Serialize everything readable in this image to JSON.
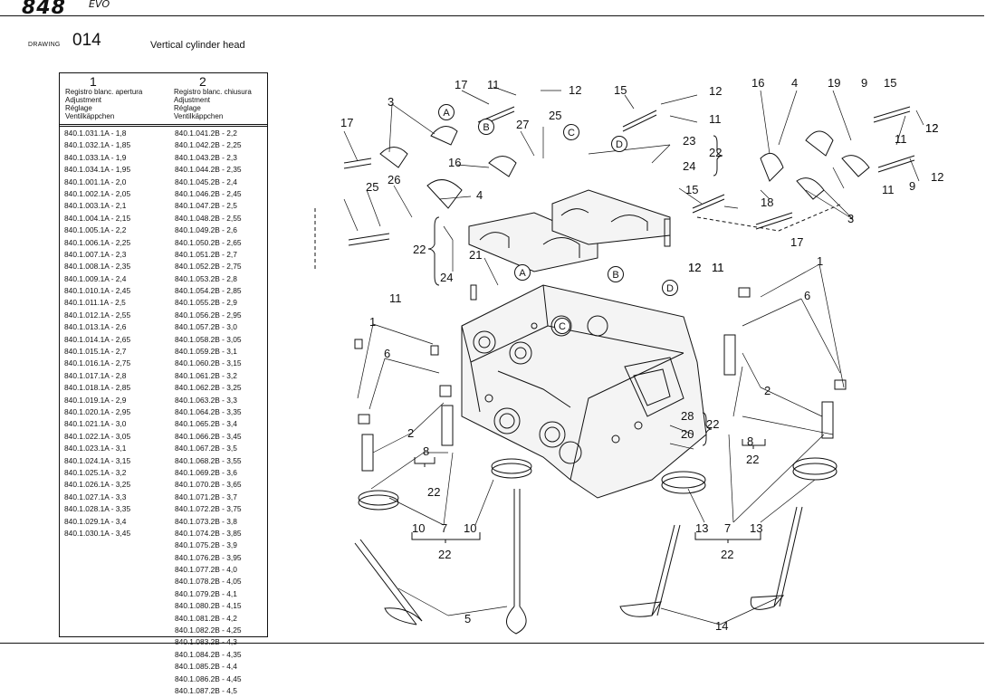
{
  "header": {
    "brand": "848",
    "brand_suffix": "EVO"
  },
  "drawing": {
    "label": "DRAWING",
    "number": "014",
    "title": "Vertical cylinder head"
  },
  "table": {
    "col1": {
      "number": "1",
      "heading": [
        "Registro blanc. apertura",
        "Adjustment",
        "Réglage",
        "Ventilkäppchen"
      ],
      "rows": [
        "840.1.031.1A - 1,8",
        "840.1.032.1A - 1,85",
        "840.1.033.1A - 1,9",
        "840.1.034.1A - 1,95",
        "840.1.001.1A - 2,0",
        "840.1.002.1A - 2,05",
        "840.1.003.1A - 2,1",
        "840.1.004.1A - 2,15",
        "840.1.005.1A - 2,2",
        "840.1.006.1A - 2,25",
        "840.1.007.1A - 2,3",
        "840.1.008.1A - 2,35",
        "840.1.009.1A - 2,4",
        "840.1.010.1A - 2,45",
        "840.1.011.1A - 2,5",
        "840.1.012.1A - 2,55",
        "840.1.013.1A - 2,6",
        "840.1.014.1A - 2,65",
        "840.1.015.1A - 2,7",
        "840.1.016.1A - 2,75",
        "840.1.017.1A - 2,8",
        "840.1.018.1A - 2,85",
        "840.1.019.1A - 2,9",
        "840.1.020.1A - 2,95",
        "840.1.021.1A - 3,0",
        "840.1.022.1A - 3,05",
        "840.1.023.1A - 3,1",
        "840.1.024.1A - 3,15",
        "840.1.025.1A - 3,2",
        "840.1.026.1A - 3,25",
        "840.1.027.1A - 3,3",
        "840.1.028.1A - 3,35",
        "840.1.029.1A - 3,4",
        "840.1.030.1A - 3,45"
      ]
    },
    "col2": {
      "number": "2",
      "heading": [
        "Registro blanc. chiusura",
        "Adjustment",
        "Réglage",
        "Ventilkäppchen"
      ],
      "rows": [
        "840.1.041.2B - 2,2",
        "840.1.042.2B - 2,25",
        "840.1.043.2B - 2,3",
        "840.1.044.2B - 2,35",
        "840.1.045.2B - 2,4",
        "840.1.046.2B - 2,45",
        "840.1.047.2B - 2,5",
        "840.1.048.2B - 2,55",
        "840.1.049.2B - 2,6",
        "840.1.050.2B - 2,65",
        "840.1.051.2B - 2,7",
        "840.1.052.2B - 2,75",
        "840.1.053.2B - 2,8",
        "840.1.054.2B - 2,85",
        "840.1.055.2B - 2,9",
        "840.1.056.2B - 2,95",
        "840.1.057.2B - 3,0",
        "840.1.058.2B - 3,05",
        "840.1.059.2B - 3,1",
        "840.1.060.2B - 3,15",
        "840.1.061.2B - 3,2",
        "840.1.062.2B - 3,25",
        "840.1.063.2B - 3,3",
        "840.1.064.2B - 3,35",
        "840.1.065.2B - 3,4",
        "840.1.066.2B - 3,45",
        "840.1.067.2B - 3,5",
        "840.1.068.2B - 3,55",
        "840.1.069.2B - 3,6",
        "840.1.070.2B - 3,65",
        "840.1.071.2B - 3,7",
        "840.1.072.2B - 3,75",
        "840.1.073.2B - 3,8",
        "840.1.074.2B - 3,85",
        "840.1.075.2B - 3,9",
        "840.1.076.2B - 3,95",
        "840.1.077.2B - 4,0",
        "840.1.078.2B - 4,05",
        "840.1.079.2B - 4,1",
        "840.1.080.2B - 4,15",
        "840.1.081.2B - 4,2",
        "840.1.082.2B - 4,25",
        "840.1.083.2B - 4,3",
        "840.1.084.2B - 4,35",
        "840.1.085.2B - 4,4",
        "840.1.086.2B - 4,45",
        "840.1.087.2B - 4,5"
      ]
    }
  },
  "diagram": {
    "callouts": [
      {
        "id": "c1",
        "text": "17"
      },
      {
        "id": "c2",
        "text": "11"
      },
      {
        "id": "c3",
        "text": "12"
      },
      {
        "id": "c4",
        "text": "15"
      },
      {
        "id": "c5",
        "text": "12"
      },
      {
        "id": "c6",
        "text": "11"
      },
      {
        "id": "c7",
        "text": "16"
      },
      {
        "id": "c8",
        "text": "4"
      },
      {
        "id": "c9",
        "text": "19"
      },
      {
        "id": "c10",
        "text": "9"
      },
      {
        "id": "c11",
        "text": "15"
      },
      {
        "id": "c12",
        "text": "3"
      },
      {
        "id": "c13",
        "text": "17"
      },
      {
        "id": "c14",
        "text": "27"
      },
      {
        "id": "c15",
        "text": "25"
      },
      {
        "id": "c16",
        "text": "16"
      },
      {
        "id": "c17",
        "text": "23"
      },
      {
        "id": "c18",
        "text": "22"
      },
      {
        "id": "c19",
        "text": "24"
      },
      {
        "id": "c20",
        "text": "15"
      },
      {
        "id": "c21",
        "text": "25"
      },
      {
        "id": "c22",
        "text": "26"
      },
      {
        "id": "c23",
        "text": "4"
      },
      {
        "id": "c24",
        "text": "22"
      },
      {
        "id": "c25",
        "text": "21"
      },
      {
        "id": "c26",
        "text": "12"
      },
      {
        "id": "c27",
        "text": "11"
      },
      {
        "id": "c28",
        "text": "24"
      },
      {
        "id": "c29",
        "text": "1"
      },
      {
        "id": "c30",
        "text": "6"
      },
      {
        "id": "c31",
        "text": "2"
      },
      {
        "id": "c32",
        "text": "8"
      },
      {
        "id": "c33",
        "text": "22"
      },
      {
        "id": "c34",
        "text": "10"
      },
      {
        "id": "c35",
        "text": "7"
      },
      {
        "id": "c36",
        "text": "10"
      },
      {
        "id": "c37",
        "text": "22"
      },
      {
        "id": "c38",
        "text": "5"
      },
      {
        "id": "c39",
        "text": "1"
      },
      {
        "id": "c40",
        "text": "6"
      },
      {
        "id": "c41",
        "text": "2"
      },
      {
        "id": "c42",
        "text": "8"
      },
      {
        "id": "c43",
        "text": "22"
      },
      {
        "id": "c44",
        "text": "28"
      },
      {
        "id": "c45",
        "text": "22"
      },
      {
        "id": "c46",
        "text": "20"
      },
      {
        "id": "c47",
        "text": "13"
      },
      {
        "id": "c48",
        "text": "7"
      },
      {
        "id": "c49",
        "text": "13"
      },
      {
        "id": "c50",
        "text": "22"
      },
      {
        "id": "c51",
        "text": "14"
      },
      {
        "id": "c52",
        "text": "12"
      },
      {
        "id": "c53",
        "text": "11"
      },
      {
        "id": "c54",
        "text": "9"
      },
      {
        "id": "c55",
        "text": "18"
      },
      {
        "id": "c56",
        "text": "3"
      },
      {
        "id": "c57",
        "text": "17"
      },
      {
        "id": "c58",
        "text": "11"
      },
      {
        "id": "c59",
        "text": "11"
      },
      {
        "id": "c60",
        "text": "12"
      },
      {
        "id": "c61",
        "text": "12"
      },
      {
        "id": "c62",
        "text": "12"
      },
      {
        "id": "c63",
        "text": "11"
      }
    ],
    "letters": [
      {
        "id": "L1",
        "text": "A"
      },
      {
        "id": "L2",
        "text": "B"
      },
      {
        "id": "L3",
        "text": "C"
      },
      {
        "id": "L4",
        "text": "D"
      },
      {
        "id": "L5",
        "text": "A"
      },
      {
        "id": "L6",
        "text": "B"
      },
      {
        "id": "L7",
        "text": "C"
      },
      {
        "id": "L8",
        "text": "D"
      }
    ]
  }
}
